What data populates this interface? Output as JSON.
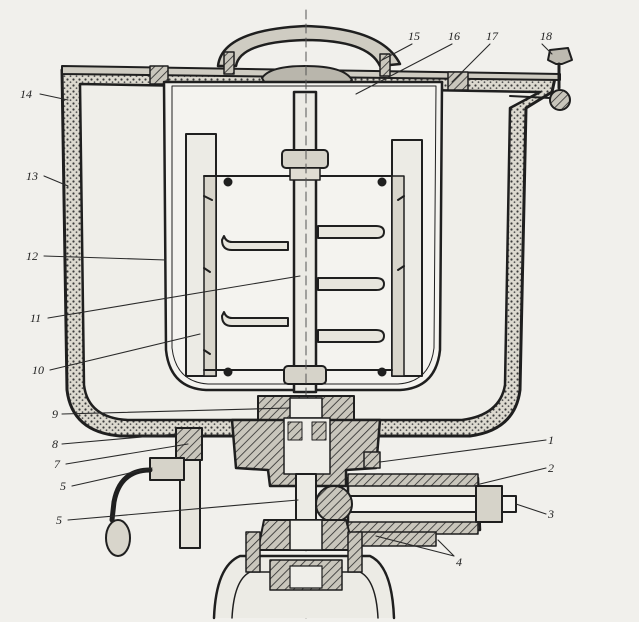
{
  "callouts": [
    {
      "id": "c1",
      "text": "1"
    },
    {
      "id": "c2",
      "text": "2"
    },
    {
      "id": "c3",
      "text": "3"
    },
    {
      "id": "c4",
      "text": "4"
    },
    {
      "id": "c5a",
      "text": "5"
    },
    {
      "id": "c5b",
      "text": "5"
    },
    {
      "id": "c7",
      "text": "7"
    },
    {
      "id": "c8",
      "text": "8"
    },
    {
      "id": "c9",
      "text": "9"
    },
    {
      "id": "c10",
      "text": "10"
    },
    {
      "id": "c11",
      "text": "11"
    },
    {
      "id": "c12",
      "text": "12"
    },
    {
      "id": "c13",
      "text": "13"
    },
    {
      "id": "c14",
      "text": "14"
    },
    {
      "id": "c15",
      "text": "15"
    },
    {
      "id": "c16",
      "text": "16"
    },
    {
      "id": "c17",
      "text": "17"
    },
    {
      "id": "c18",
      "text": "18"
    }
  ],
  "colors": {
    "paper": "#f1f0ec",
    "ink": "#1f1f1f",
    "insulation": "#d9d6cc",
    "hatch": "#3a3a3a"
  }
}
